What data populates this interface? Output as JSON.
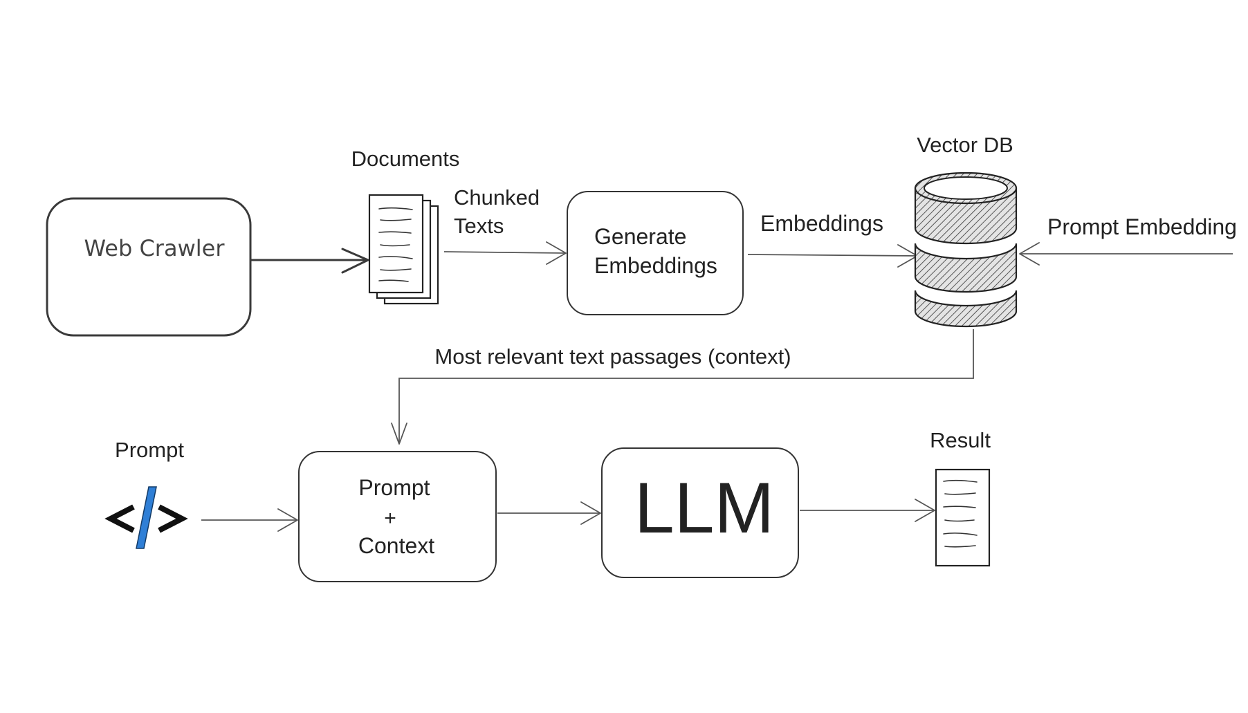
{
  "diagram": {
    "nodes": {
      "web_crawler": "Web Crawler",
      "documents": "Documents",
      "generate_embeddings": [
        "Generate",
        "Embeddings"
      ],
      "vector_db": "Vector DB",
      "prompt": "Prompt",
      "prompt_context": [
        "Prompt",
        "+",
        "Context"
      ],
      "llm": "LLM",
      "result": "Result"
    },
    "edges": {
      "chunked_texts": [
        "Chunked",
        "Texts"
      ],
      "embeddings": "Embeddings",
      "prompt_embedding": "Prompt Embedding",
      "context": "Most relevant text passages (context)"
    }
  },
  "colors": {
    "prompt_icon_slash": "#2f7fd6",
    "prompt_icon_brackets": "#111111"
  },
  "icons": {
    "documents": "document-stack-icon",
    "vector_db": "database-icon",
    "prompt": "code-icon",
    "result": "document-icon"
  }
}
